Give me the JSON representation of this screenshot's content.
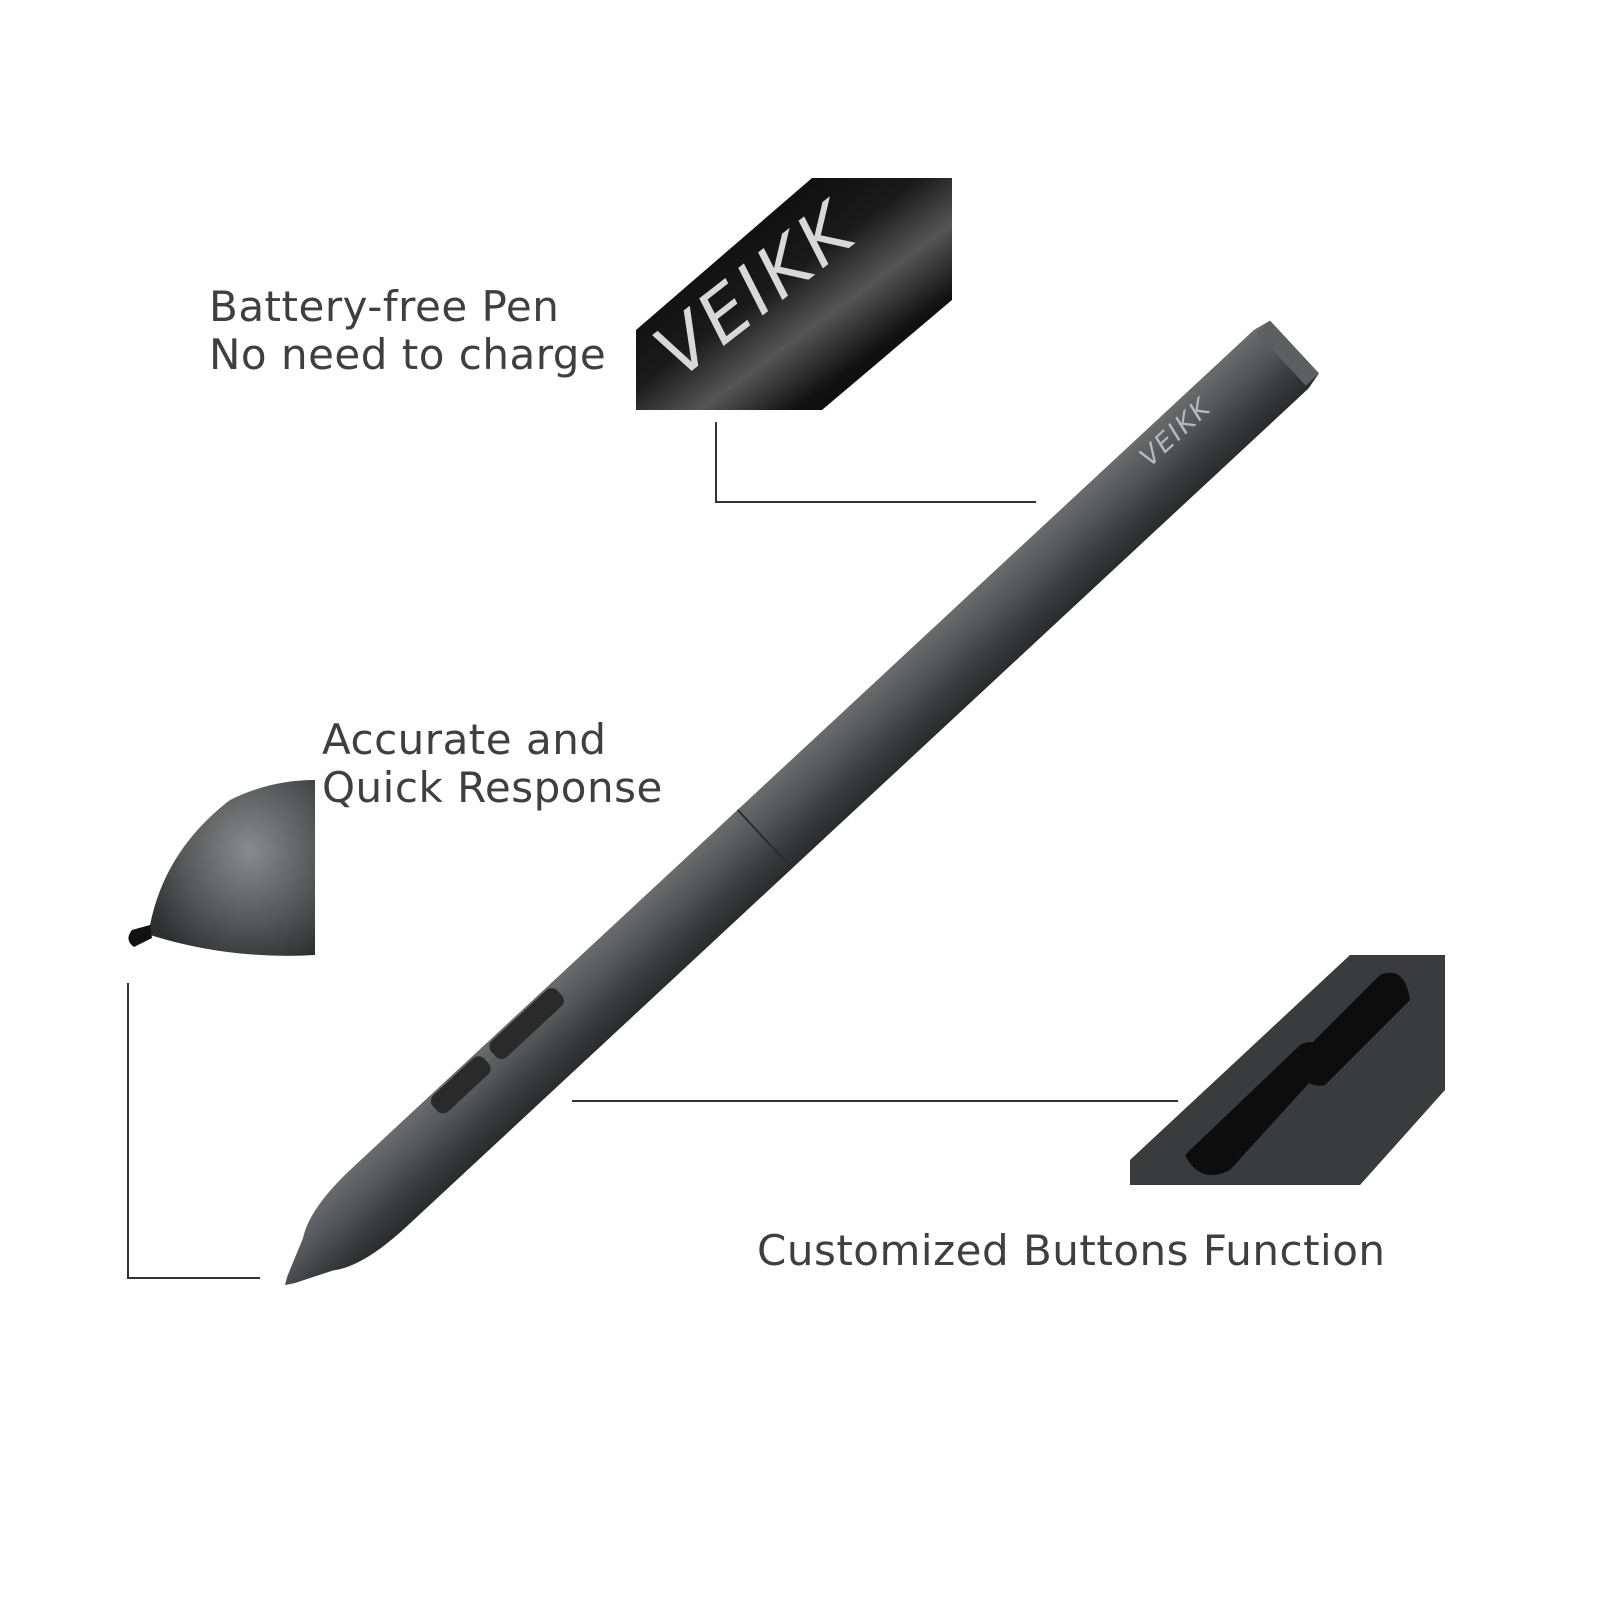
{
  "features": {
    "battery": {
      "line1": "Battery-free Pen",
      "line2": "No need to charge"
    },
    "response": {
      "line1": "Accurate and",
      "line2": "Quick Response"
    },
    "buttons": {
      "line1": "Customized Buttons Function"
    }
  },
  "brand": {
    "logo_text": "VEIKK"
  },
  "colors": {
    "text": "#3f3f3f",
    "pen_body": "#4a4b4d",
    "detail_bg": "#0a0a0a",
    "callout_line": "#333333"
  }
}
